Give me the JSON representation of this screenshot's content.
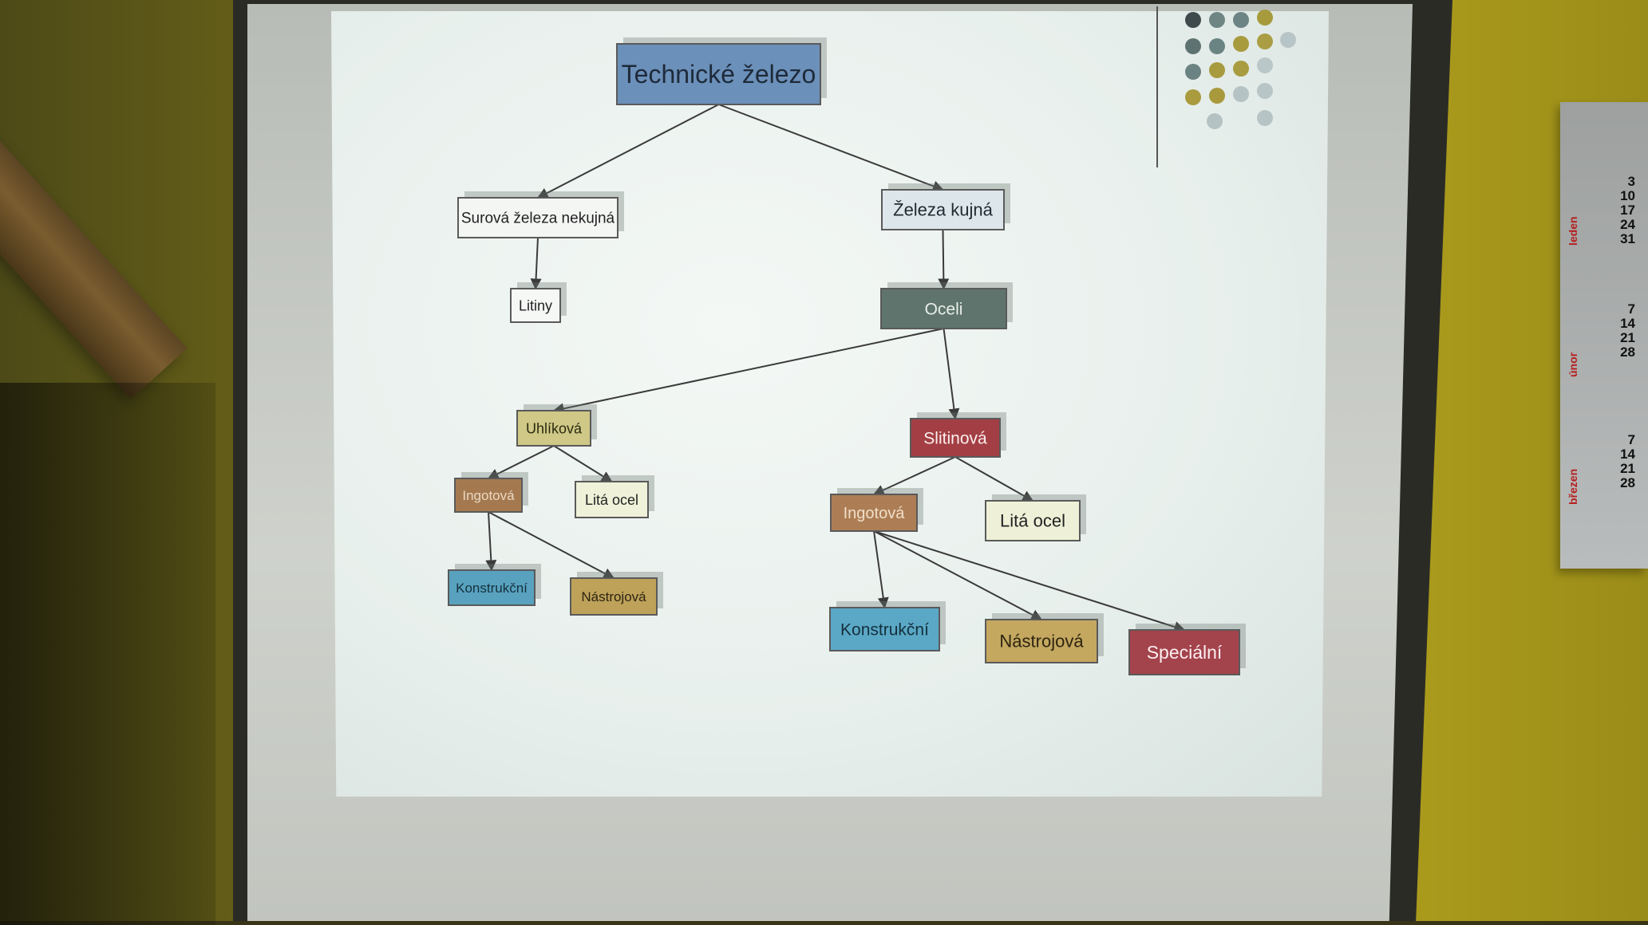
{
  "slide": {
    "nodes": [
      {
        "id": "technicke-zelezo",
        "label": "Technické železo",
        "fill": "#6b90b9",
        "text_color": "#1e2a3a"
      },
      {
        "id": "surova-zeleza",
        "label": "Surová železa nekujná",
        "fill": "#f4f6f4",
        "text_color": "#222222"
      },
      {
        "id": "zeleza-kujna",
        "label": "Železa kujná",
        "fill": "#dde6ea",
        "text_color": "#1f2a33"
      },
      {
        "id": "litiny",
        "label": "Litiny",
        "fill": "#f6f8f6",
        "text_color": "#222222"
      },
      {
        "id": "oceli",
        "label": "Oceli",
        "fill": "#5f746d",
        "text_color": "#e8efe9"
      },
      {
        "id": "uhlikova",
        "label": "Uhlíková",
        "fill": "#cfc886",
        "text_color": "#2a2a10"
      },
      {
        "id": "slitinova",
        "label": "Slitinová",
        "fill": "#a33f44",
        "text_color": "#fbeeee"
      },
      {
        "id": "ingotova-1",
        "label": "Ingotová",
        "fill": "#a5794f",
        "text_color": "#e9d8c4"
      },
      {
        "id": "lita-ocel-1",
        "label": "Litá ocel",
        "fill": "#eff2d9",
        "text_color": "#222222"
      },
      {
        "id": "ingotova-2",
        "label": "Ingotová",
        "fill": "#ad7e55",
        "text_color": "#f0dfc9"
      },
      {
        "id": "lita-ocel-2",
        "label": "Litá ocel",
        "fill": "#eef1d8",
        "text_color": "#222222"
      },
      {
        "id": "konstrukcni-1",
        "label": "Konstrukční",
        "fill": "#58a2bf",
        "text_color": "#14303d"
      },
      {
        "id": "nastrojova-1",
        "label": "Nástrojová",
        "fill": "#bea25a",
        "text_color": "#2d2410"
      },
      {
        "id": "konstrukcni-2",
        "label": "Konstrukční",
        "fill": "#5ba8c6",
        "text_color": "#13303d"
      },
      {
        "id": "nastrojova-2",
        "label": "Nástrojová",
        "fill": "#c4a860",
        "text_color": "#2d2410"
      },
      {
        "id": "specialni",
        "label": "Speciální",
        "fill": "#a3434c",
        "text_color": "#fdeff0"
      }
    ],
    "edges": [
      [
        "technicke-zelezo",
        "surova-zeleza"
      ],
      [
        "technicke-zelezo",
        "zeleza-kujna"
      ],
      [
        "surova-zeleza",
        "litiny"
      ],
      [
        "zeleza-kujna",
        "oceli"
      ],
      [
        "oceli",
        "uhlikova"
      ],
      [
        "oceli",
        "slitinova"
      ],
      [
        "uhlikova",
        "ingotova-1"
      ],
      [
        "uhlikova",
        "lita-ocel-1"
      ],
      [
        "ingotova-1",
        "konstrukcni-1"
      ],
      [
        "ingotova-1",
        "nastrojova-1"
      ],
      [
        "slitinova",
        "ingotova-2"
      ],
      [
        "slitinova",
        "lita-ocel-2"
      ],
      [
        "ingotova-2",
        "konstrukcni-2"
      ],
      [
        "ingotova-2",
        "nastrojova-2"
      ],
      [
        "ingotova-2",
        "specialni"
      ]
    ],
    "dot_colors": [
      "#3f4a4c",
      "#6e8584",
      "#6d8485",
      "#a79a3d",
      "#5e7271",
      "#6a8383",
      "#a89b3e",
      "#aa9d44",
      "#b7c5c6",
      "#6b8282",
      "#a89b3f",
      "#a99c40",
      "#b9c7c8",
      "#a99b3e",
      "#a8993d",
      "#b5c3c4",
      "#b7c5c6",
      "#b4c2c3",
      "#b6c4c5"
    ]
  },
  "calendar": {
    "months": [
      "leden",
      "únor",
      "březen"
    ],
    "numbers": [
      [
        "3",
        "10",
        "17",
        "24",
        "31"
      ],
      [
        "7",
        "14",
        "21",
        "28"
      ],
      [
        "7",
        "14",
        "21",
        "28"
      ]
    ]
  }
}
